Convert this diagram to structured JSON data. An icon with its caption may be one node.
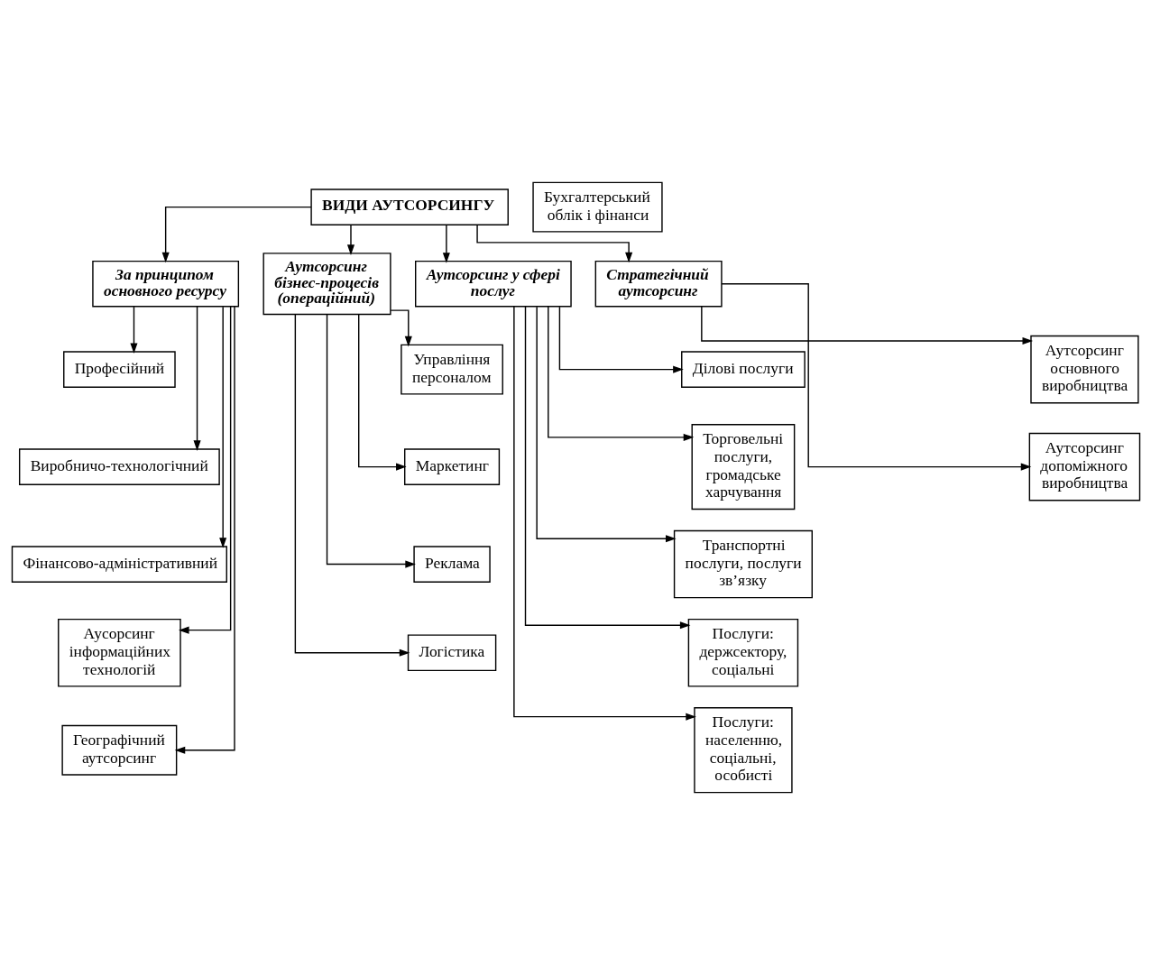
{
  "diagram": {
    "nodes": [
      {
        "text": [
          "ВИДИ АУТСОРСИНГУ"
        ]
      },
      {
        "text": [
          "За принципом основного ресурсу"
        ]
      },
      {
        "text": [
          "Аутсорсинг бізнес-процесів (операційний)"
        ]
      },
      {
        "text": [
          "Аутсорсинг у сфері послуг"
        ]
      },
      {
        "text": [
          "Стратегічний аутсорсинг"
        ]
      },
      {
        "text": [
          "Професійний"
        ]
      },
      {
        "text": [
          "Виробничо-технологічний"
        ]
      },
      {
        "text": [
          "Фінансово-адміністративний"
        ]
      },
      {
        "text": [
          "Аусорсинг інформаційних технологій"
        ]
      },
      {
        "text": [
          "Географічний аутсорсинг"
        ]
      },
      {
        "text": [
          "Бухгалтерський облік і фінанси"
        ]
      },
      {
        "text": [
          "Управління персоналом"
        ]
      },
      {
        "text": [
          "Маркетинг"
        ]
      },
      {
        "text": [
          "Реклама"
        ]
      },
      {
        "text": [
          "Логістика"
        ]
      },
      {
        "text": [
          "Ділові послуги"
        ]
      },
      {
        "text": [
          "Торговельні послуги, громадське харчування"
        ]
      },
      {
        "text": [
          "Транспортні послуги, послуги зв’язку"
        ]
      },
      {
        "text": [
          "Послуги: держсектору, соціальні"
        ]
      },
      {
        "text": [
          "Послуги: населенню, соціальні, особисті"
        ]
      },
      {
        "text": [
          "Аутсорсинг основного виробництва"
        ]
      },
      {
        "text": [
          "Аутсорсинг допоміжного виробництва"
        ]
      }
    ],
    "edges": [
      {
        "from": 0,
        "to": 1,
        "arrow": "to"
      },
      {
        "from": 0,
        "to": 2,
        "arrow": "to"
      },
      {
        "from": 0,
        "to": 3,
        "arrow": "to"
      },
      {
        "from": 0,
        "to": 4,
        "arrow": "to"
      },
      {
        "from": 1,
        "to": 5,
        "arrow": "to"
      },
      {
        "from": 1,
        "to": 6,
        "arrow": "to"
      },
      {
        "from": 1,
        "to": 7,
        "arrow": "to"
      },
      {
        "from": 1,
        "to": 8,
        "arrow": "to"
      },
      {
        "from": 1,
        "to": 9,
        "arrow": "to"
      },
      {
        "from": 2,
        "to": 11,
        "arrow": "to"
      },
      {
        "from": 2,
        "to": 12,
        "arrow": "to"
      },
      {
        "from": 2,
        "to": 13,
        "arrow": "to"
      },
      {
        "from": 2,
        "to": 14,
        "arrow": "to"
      },
      {
        "from": 3,
        "to": 15,
        "arrow": "to"
      },
      {
        "from": 3,
        "to": 16,
        "arrow": "to"
      },
      {
        "from": 3,
        "to": 17,
        "arrow": "to"
      },
      {
        "from": 3,
        "to": 18,
        "arrow": "to"
      },
      {
        "from": 3,
        "to": 19,
        "arrow": "to"
      },
      {
        "from": 4,
        "to": 20,
        "arrow": "to"
      },
      {
        "from": 4,
        "to": 21,
        "arrow": "to"
      }
    ]
  }
}
